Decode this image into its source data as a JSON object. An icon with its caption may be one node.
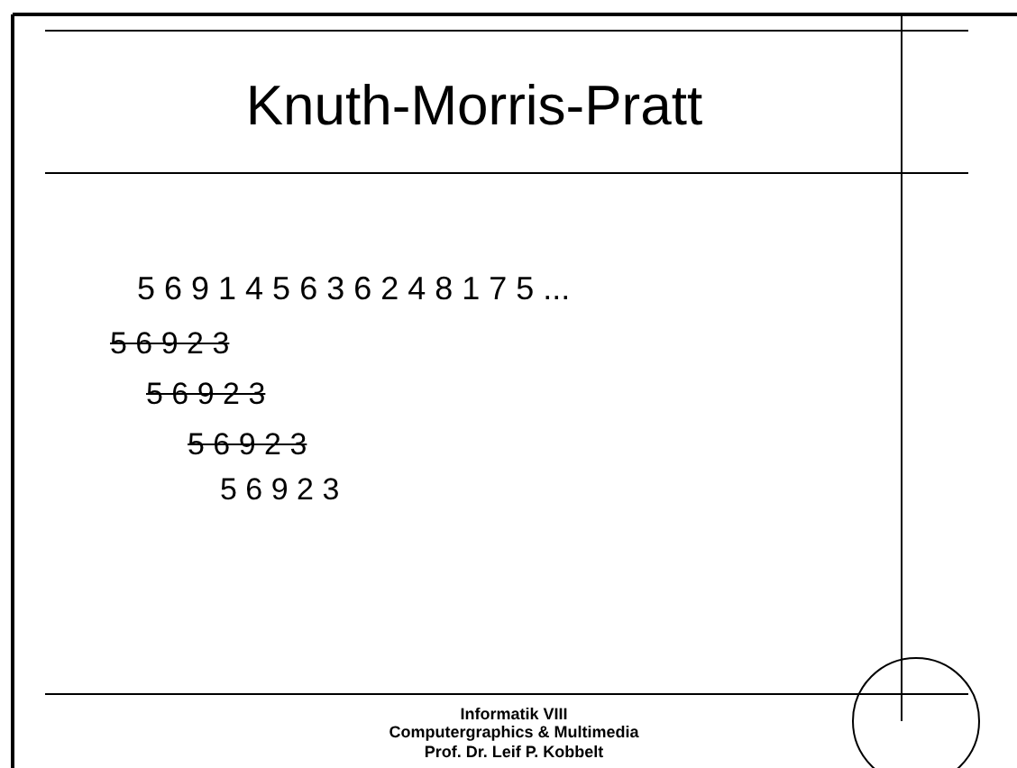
{
  "diagram": {
    "title": "Knuth-Morris-Pratt",
    "labels": [
      "5 6 9 1 4 5 6 3 6 2 4 8 1 7 5 ...",
      "5 6 9 2 3",
      "5 6 9 2 3",
      "5 6 9 2 3",
      "5 6 9 2 3",
      "Informatik VIII",
      "Computergraphics & Multimedia",
      "Prof. Dr. Leif P. Kobbelt"
    ]
  }
}
